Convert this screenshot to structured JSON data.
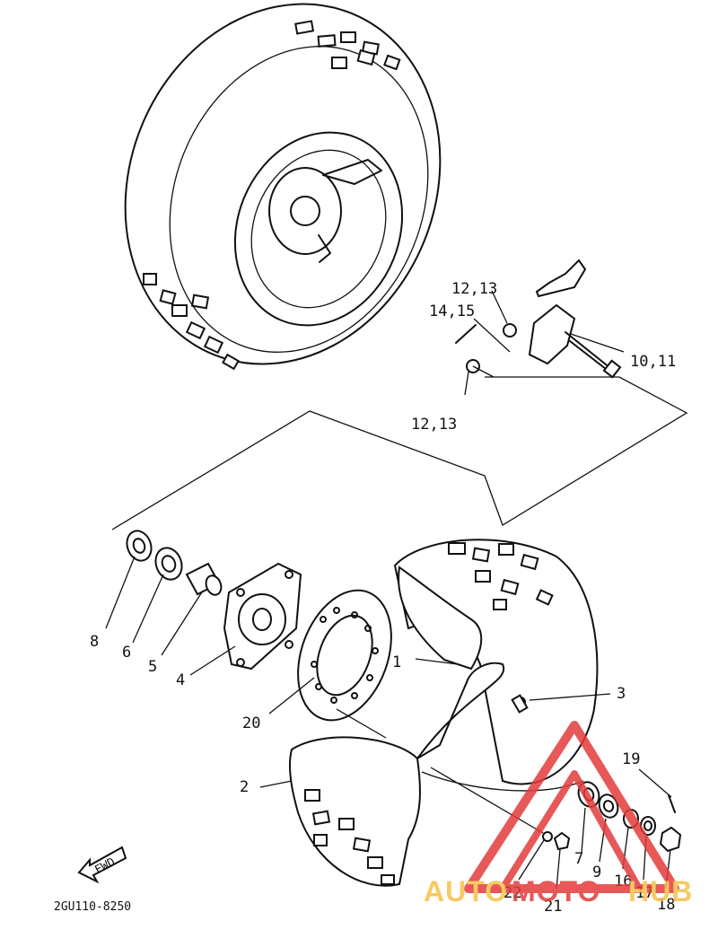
{
  "callouts": [
    {
      "id": "c1",
      "text": "1"
    },
    {
      "id": "c2",
      "text": "2"
    },
    {
      "id": "c3",
      "text": "3"
    },
    {
      "id": "c4",
      "text": "4"
    },
    {
      "id": "c5",
      "text": "5"
    },
    {
      "id": "c6",
      "text": "6"
    },
    {
      "id": "c7",
      "text": "7"
    },
    {
      "id": "c8",
      "text": "8"
    },
    {
      "id": "c9",
      "text": "9"
    },
    {
      "id": "c10_11",
      "text": "10,11"
    },
    {
      "id": "c12_13_top",
      "text": "12,13"
    },
    {
      "id": "c12_13_bottom",
      "text": "12,13"
    },
    {
      "id": "c14_15",
      "text": "14,15"
    },
    {
      "id": "c16",
      "text": "16"
    },
    {
      "id": "c17",
      "text": "17"
    },
    {
      "id": "c18",
      "text": "18"
    },
    {
      "id": "c19",
      "text": "19"
    },
    {
      "id": "c20",
      "text": "20"
    },
    {
      "id": "c21",
      "text": "21"
    },
    {
      "id": "c22",
      "text": "22"
    }
  ],
  "fwd_label": "FWD",
  "diagram_code": "2GU110-8250",
  "watermark": {
    "part1": "AUTO",
    "part2": "MOTO",
    "part3": "HUB",
    "color_primary": "#f5c24a",
    "color_accent": "#e33b3b"
  }
}
